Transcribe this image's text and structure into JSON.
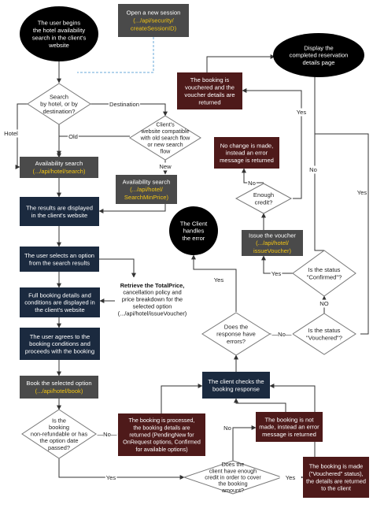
{
  "colors": {
    "gray": "#4a4a4a",
    "navy": "#1b2a3f",
    "maroon": "#4e1a1a",
    "black": "#000000",
    "link": "#f2c413",
    "arrow": "#333333",
    "note_line": "#6aa8d8"
  },
  "nodes": {
    "start": [
      "The user begins",
      "the hotel availability",
      "search in the client's",
      "website"
    ],
    "session_title": "Open a new session",
    "session_link": [
      "(.../api/security/",
      "createSessionID)"
    ],
    "display": [
      "Display the",
      "completed reservation",
      "details page"
    ],
    "decision_search": [
      "Search",
      "by hotel, or by",
      "destination?"
    ],
    "booking_returned": [
      "The booking is",
      "vouchered and the",
      "voucher details are",
      "returned"
    ],
    "compatible": [
      "Client's",
      "website compatible",
      "with old search flow",
      "or new search",
      "flow"
    ],
    "no_change": [
      "No change is made,",
      "instead an error",
      "message is returned"
    ],
    "availability_title": "Availability search",
    "availability_link": [
      "(.../api/hotel/search)"
    ],
    "availability2_title": "Availability search",
    "availability2_link": [
      "(.../api/hotel/",
      "SearchMinPrice)"
    ],
    "enough_credit": [
      "Enough",
      "credit?"
    ],
    "results": [
      "The results are displayed",
      "in the client's website"
    ],
    "client_handles": [
      "The Client",
      "handles",
      "the error"
    ],
    "issue_voucher_title": "Issue the voucher",
    "issue_voucher_link": [
      "(.../api/hotel/",
      "issueVoucher)"
    ],
    "select_option": [
      "The user selects an option",
      "from the search results"
    ],
    "status_confirmed": [
      "Is the status",
      "\"Confirmed\"?"
    ],
    "full_details": [
      "Full booking details and",
      "conditions are displayed in",
      "the client's website"
    ],
    "retrieve_title": "Retrieve the TotalPrice,",
    "retrieve_body": [
      "cancellation policy and",
      "price breakdown for the",
      "selected option"
    ],
    "retrieve_link": [
      "(.../api/hotel/issueVoucher)"
    ],
    "errors": [
      "Does the",
      "response have",
      "errors?"
    ],
    "status_vouchered": [
      "Is the status",
      "\"Vouchered\"?"
    ],
    "agrees": [
      "The user agrees to the",
      "booking conditions and",
      "proceeds with the booking"
    ],
    "client_checks": [
      "The client checks the",
      "booking response"
    ],
    "book_title": "Book the selected option",
    "book_link": [
      "(.../api/hotel/book)"
    ],
    "nonrefundable": [
      "Is the",
      "booking",
      "non-refundable or has",
      "the option date",
      "passed?"
    ],
    "processed": [
      "The booking is processed,",
      "the booking details are",
      "returned (PendingNew for",
      "OnRequest options, Confirmed",
      "for available options)"
    ],
    "not_made": [
      "The booking is not",
      "made, instead an error",
      "message is returned"
    ],
    "have_credit": [
      "Does the",
      "client have enough",
      "credit in order to cover",
      "the booking",
      "amount?"
    ],
    "made": [
      "The booking is made",
      "(\"Vouchered\" status),",
      "the details are returned",
      "to the client"
    ]
  },
  "labels": {
    "destination": "Destination",
    "hotel": "Hotel",
    "old": "Old",
    "new": "New",
    "yes": "Yes",
    "no": "No",
    "no_caps": "NO",
    "dash_no": "—No—"
  }
}
